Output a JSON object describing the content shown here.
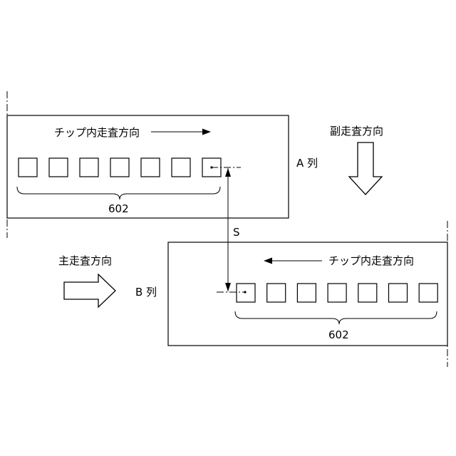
{
  "labels": {
    "chip_scan_direction_a": "チップ内走査方向",
    "chip_scan_direction_b": "チップ内走査方向",
    "sub_scan_direction": "副走査方向",
    "main_scan_direction": "主走査方向",
    "row_a": "A 列",
    "row_b": "B 列",
    "group_a_ref": "602",
    "group_b_ref": "602",
    "spacing": "S"
  },
  "row_a": {
    "chip_count": 7
  },
  "row_b": {
    "chip_count": 7
  }
}
